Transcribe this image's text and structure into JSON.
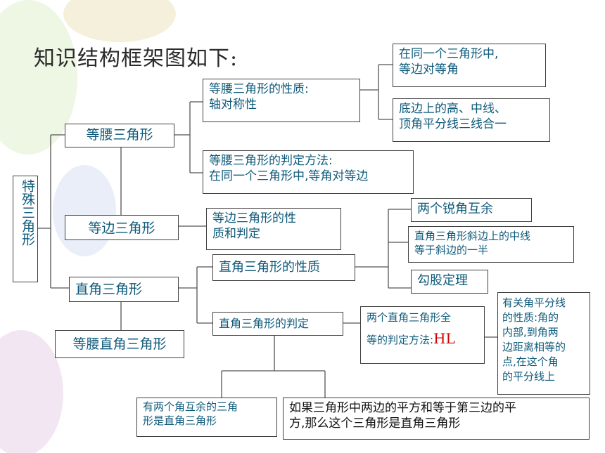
{
  "title": "知识结构框架图如下:",
  "nodes": {
    "root": "特殊三角形",
    "isosceles": "等腰三角形",
    "equilateral": "等边三角形",
    "right": "直角三角形",
    "isosceles_right": "等腰直角三角形",
    "iso_property": [
      "等腰三角形的性质:",
      "轴对称性"
    ],
    "iso_prop_a": [
      "在同一个三角形中,",
      "等边对等角"
    ],
    "iso_prop_b": [
      "底边上的高、中线、",
      "顶角平分线三线合一"
    ],
    "iso_judge": [
      "等腰三角形的判定方法:",
      "在同一个三角形中,等角对等边"
    ],
    "equi_prop": [
      "等边三角形的性",
      "质和判定"
    ],
    "right_property": "直角三角形的性质",
    "right_prop_a": "两个锐角互余",
    "right_prop_b": [
      "直角三角形斜边上的中线",
      "等于斜边的一半"
    ],
    "right_prop_c": "勾股定理",
    "right_judge": "直角三角形的判定",
    "hl_box": {
      "line1": "两个直角三角形全",
      "line2": "等的判定方法:",
      "hl": "HL"
    },
    "angle_bisector": [
      "有关角平分线",
      "的性质:角的",
      "内部,到角两",
      "边距离相等的",
      "点,在这个角",
      "的平分线上"
    ],
    "judge_a": [
      "有两个角互余的三角",
      "形是直角三角形"
    ],
    "judge_b": [
      "如果三角形中两边的平方和等于第三边的平",
      "方,那么这个三角形是直角三角形"
    ]
  },
  "colors": {
    "text": "#0e5a7a",
    "border": "#404040",
    "line": "#555555",
    "hl": "#d00000"
  }
}
